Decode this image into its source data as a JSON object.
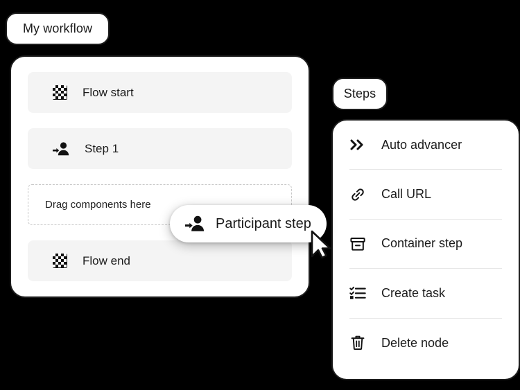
{
  "canvas": {
    "background": "#000000"
  },
  "workflow": {
    "tab_label": "My workflow",
    "rows": [
      {
        "label": "Flow start",
        "icon": "checkered-flag-icon"
      },
      {
        "label": "Step 1",
        "icon": "participant-step-icon"
      }
    ],
    "dropzone": {
      "label": "Drag components here"
    },
    "end_row": {
      "label": "Flow end",
      "icon": "checkered-flag-icon"
    }
  },
  "steps_panel": {
    "tab_label": "Steps",
    "items": [
      {
        "label": "Auto advancer",
        "icon": "double-chevron-right-icon"
      },
      {
        "label": "Call URL",
        "icon": "link-chain-icon"
      },
      {
        "label": "Container step",
        "icon": "archive-box-icon"
      },
      {
        "label": "Create task",
        "icon": "checklist-icon"
      },
      {
        "label": "Delete node",
        "icon": "trash-icon"
      }
    ]
  },
  "drag_chip": {
    "label": "Participant step",
    "icon": "participant-step-icon"
  },
  "cursor": {
    "icon": "arrow-pointer-cursor"
  },
  "colors": {
    "background": "#000000",
    "panel": "#ffffff",
    "panel_border": "#1d1d1d",
    "row_fill": "#f4f4f4",
    "dropzone_border": "#c7c7c7",
    "divider": "#e6e6e6",
    "text": "#1b1b1b"
  }
}
